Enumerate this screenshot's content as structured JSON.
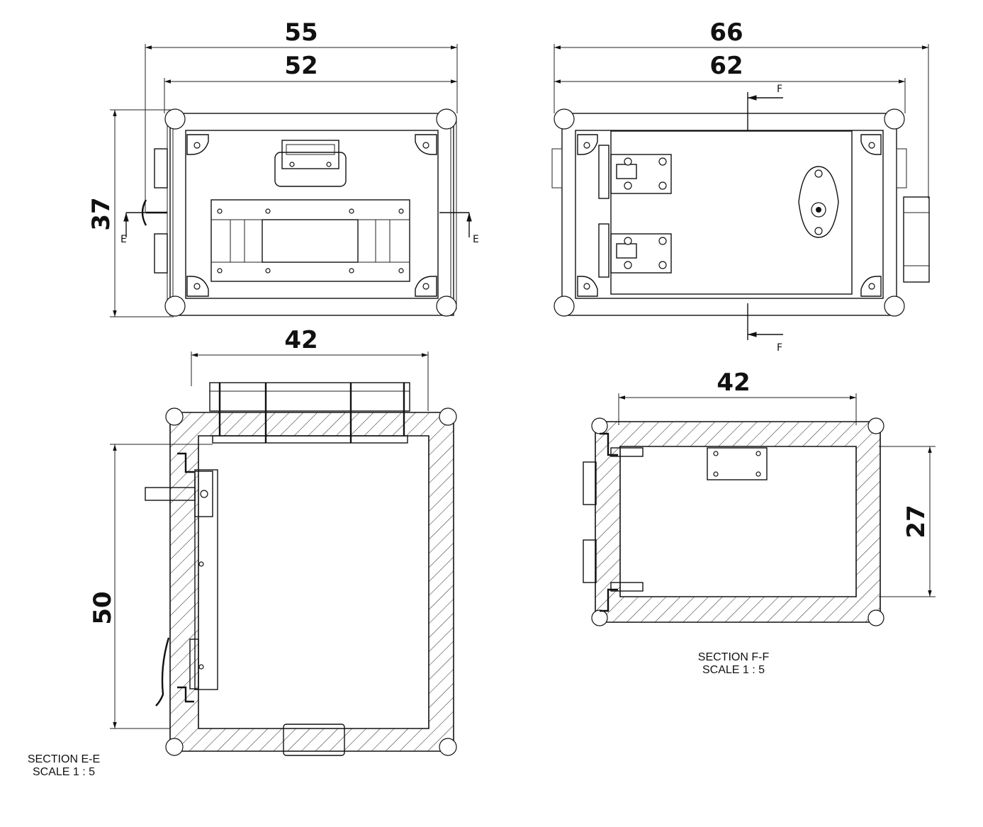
{
  "dimensions": {
    "front_outer_width": "55",
    "front_inner_width": "52",
    "front_height": "37",
    "back_outer_width": "66",
    "back_inner_width": "62",
    "section_e_width": "42",
    "section_e_depth": "50",
    "section_f_width": "42",
    "section_f_height": "27"
  },
  "section_markers": {
    "e_left": "E",
    "e_right": "E",
    "f_top": "F",
    "f_bottom": "F"
  },
  "section_e": {
    "title": "SECTION E-E",
    "scale": "SCALE 1 : 5"
  },
  "section_f": {
    "title": "SECTION F-F",
    "scale": "SCALE 1 : 5"
  }
}
